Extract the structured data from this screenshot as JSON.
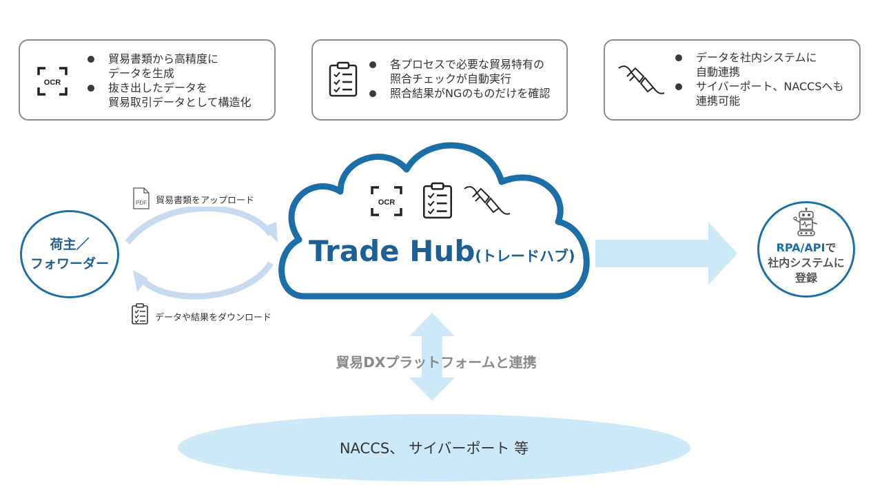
{
  "feature_boxes": [
    {
      "icon": "ocr-icon",
      "bullets": [
        "貿易書類から高精度に\nデータを生成",
        "抜き出したデータを\n貿易取引データとして構造化"
      ]
    },
    {
      "icon": "clipboard-checklist-icon",
      "bullets": [
        "各プロセスで必要な貿易特有の\n照合チェックが自動実行",
        "照合結果がNGのものだけを確認"
      ]
    },
    {
      "icon": "plug-connector-icon",
      "bullets": [
        "データを社内システムに\n自動連携",
        "サイバーポート、NACCSへも\n連携可能"
      ]
    }
  ],
  "icons": {
    "ocr_text": "OCR",
    "pdf_text": "PDF"
  },
  "shipper": {
    "line1": "荷主／",
    "line2": "フォワーダー"
  },
  "upload_label": "貿易書類をアップロード",
  "download_label": "データや結果をダウンロード",
  "hub": {
    "title": "Trade Hub",
    "subtitle": "(トレードハブ)"
  },
  "rpa": {
    "line1": "RPA/API",
    "line1_suffix": "で",
    "line2": "社内システムに",
    "line3": "登録"
  },
  "dx_label": "貿易DXプラットフォームと連携",
  "platform_label": "NACCS、 サイバーポート 等",
  "colors": {
    "brand_blue": "#1b6ea8",
    "light_blue": "#cde8f6",
    "arrow_light": "#c8daf0"
  }
}
